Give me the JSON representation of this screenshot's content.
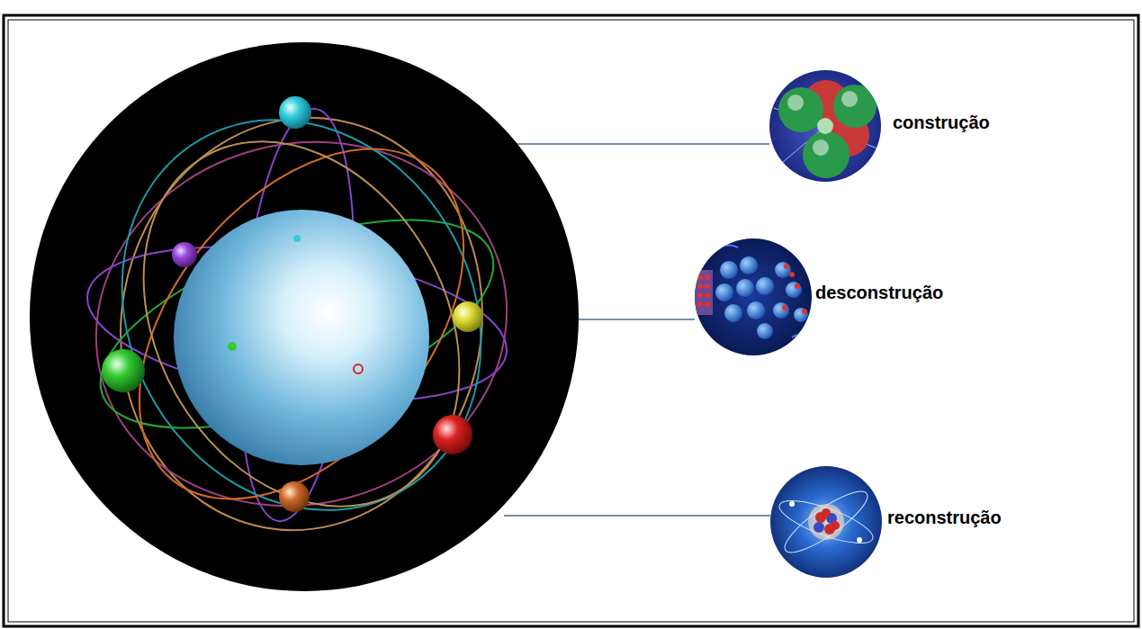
{
  "diagram": {
    "labels": [
      "construção",
      "desconstrução",
      "reconstrução"
    ]
  }
}
